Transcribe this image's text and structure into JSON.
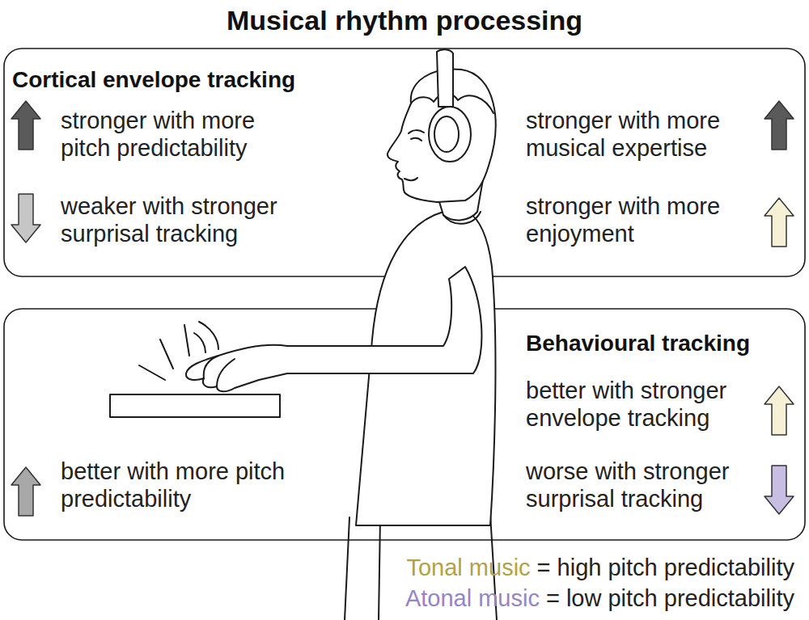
{
  "diagram": {
    "title": "Musical rhythm processing",
    "nodes": [
      {
        "text": [
          "Cortical envelope tracking",
          "stronger with more pitch predictability",
          "weaker with stronger surprisal tracking",
          "stronger with more musical expertise",
          "stronger with more enjoyment"
        ]
      },
      {
        "text": [
          "Behavioural tracking",
          "better with stronger envelope tracking",
          "worse with stronger surprisal tracking",
          "better with more pitch predictability"
        ]
      }
    ],
    "edges": [],
    "labels": [
      "Tonal music",
      "= high pitch predictability",
      "Atonal music",
      "= low pitch predictability"
    ]
  }
}
